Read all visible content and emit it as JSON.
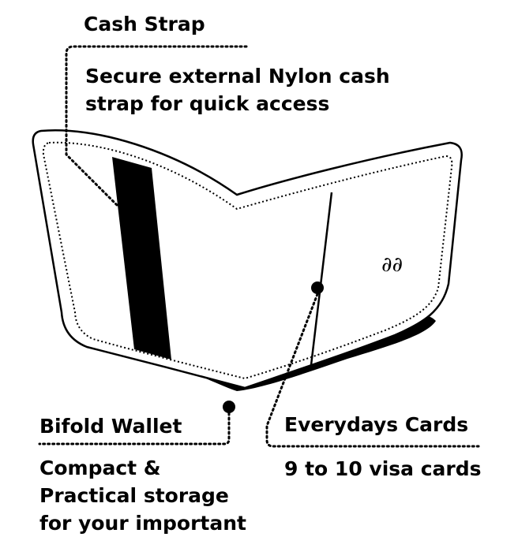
{
  "colors": {
    "ink": "#000000",
    "paper": "#ffffff"
  },
  "logo_text": "∂∂",
  "callouts": {
    "cash_strap": {
      "title": "Cash Strap",
      "description_lines": [
        "Secure external Nylon cash",
        "strap for quick access"
      ]
    },
    "bifold_wallet": {
      "title": "Bifold Wallet",
      "description_lines": [
        "Compact &",
        "Practical storage",
        "for your important"
      ]
    },
    "everyday_cards": {
      "title": "Everydays Cards",
      "description_lines": [
        "9 to 10 visa cards"
      ]
    }
  }
}
